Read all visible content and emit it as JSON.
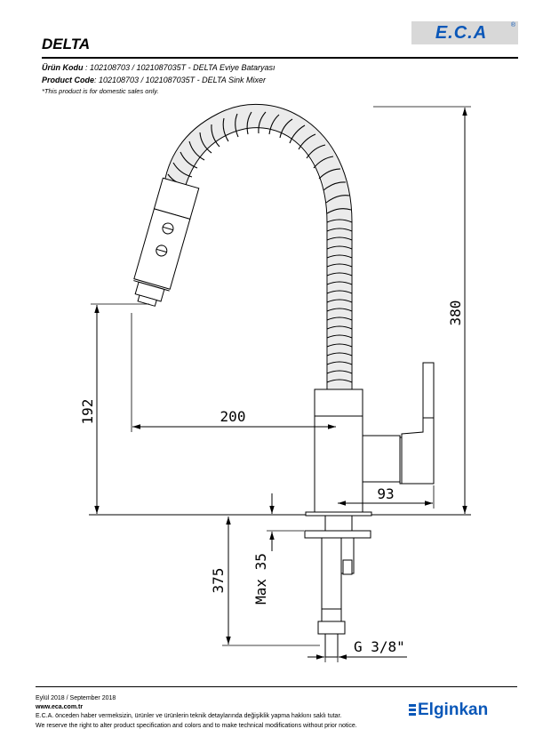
{
  "header": {
    "title": "DELTA",
    "logo_text": "E.C.A",
    "logo_mark": "®"
  },
  "specs": {
    "tr_label": "Ürün Kodu",
    "tr_value": "   : 102108703 / 1021087035T - DELTA Eviye Bataryası",
    "en_label": "Product Code",
    "en_value": ": 102108703 / 1021087035T - DELTA Sink Mixer",
    "note": "*This product is for domestic sales only."
  },
  "drawing": {
    "dim_380": "380",
    "dim_192": "192",
    "dim_200": "200",
    "dim_93": "93",
    "dim_375": "375",
    "dim_max35": "Max 35",
    "dim_thread": "G 3/8\""
  },
  "footer": {
    "date": "Eylül 2018 / September 2018",
    "website": "www.eca.com.tr",
    "notice_tr": "E.C.A. önceden haber vermeksizin, ürünler ve ürünlerin teknik detaylarında değişiklik yapma hakkını saklı tutar.",
    "notice_en": "We reserve the right to alter product specification and colors and to make technical modifications without prior notice.",
    "brand": "Elginkan"
  },
  "colors": {
    "brand_blue": "#0a57b8",
    "logo_bg": "#d8d8d8"
  }
}
